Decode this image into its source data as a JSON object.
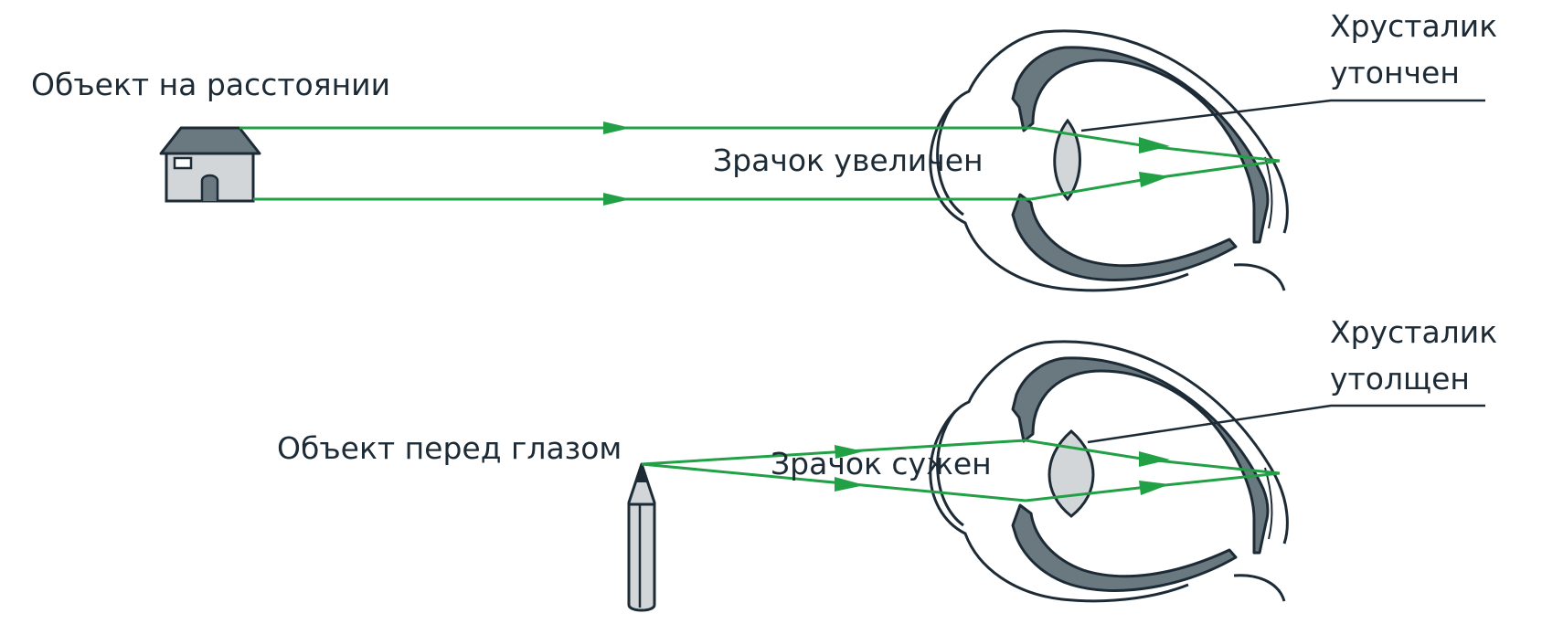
{
  "diagram": {
    "top": {
      "object_label": "Объект на расстоянии",
      "pupil_label": "Зрачок увеличен",
      "lens_label_line1": "Хрусталик",
      "lens_label_line2": "утончен"
    },
    "bottom": {
      "object_label": "Объект перед глазом",
      "pupil_label": "Зрачок сужен",
      "lens_label_line1": "Хрусталик",
      "lens_label_line2": "утолщен"
    },
    "colors": {
      "ray": "#22a046",
      "outline": "#1d2b36",
      "eye_wall": "#6a7880",
      "lens_fill": "#d2d6d8",
      "object_fill": "#d2d6d8",
      "roof_fill": "#6a7880"
    }
  }
}
